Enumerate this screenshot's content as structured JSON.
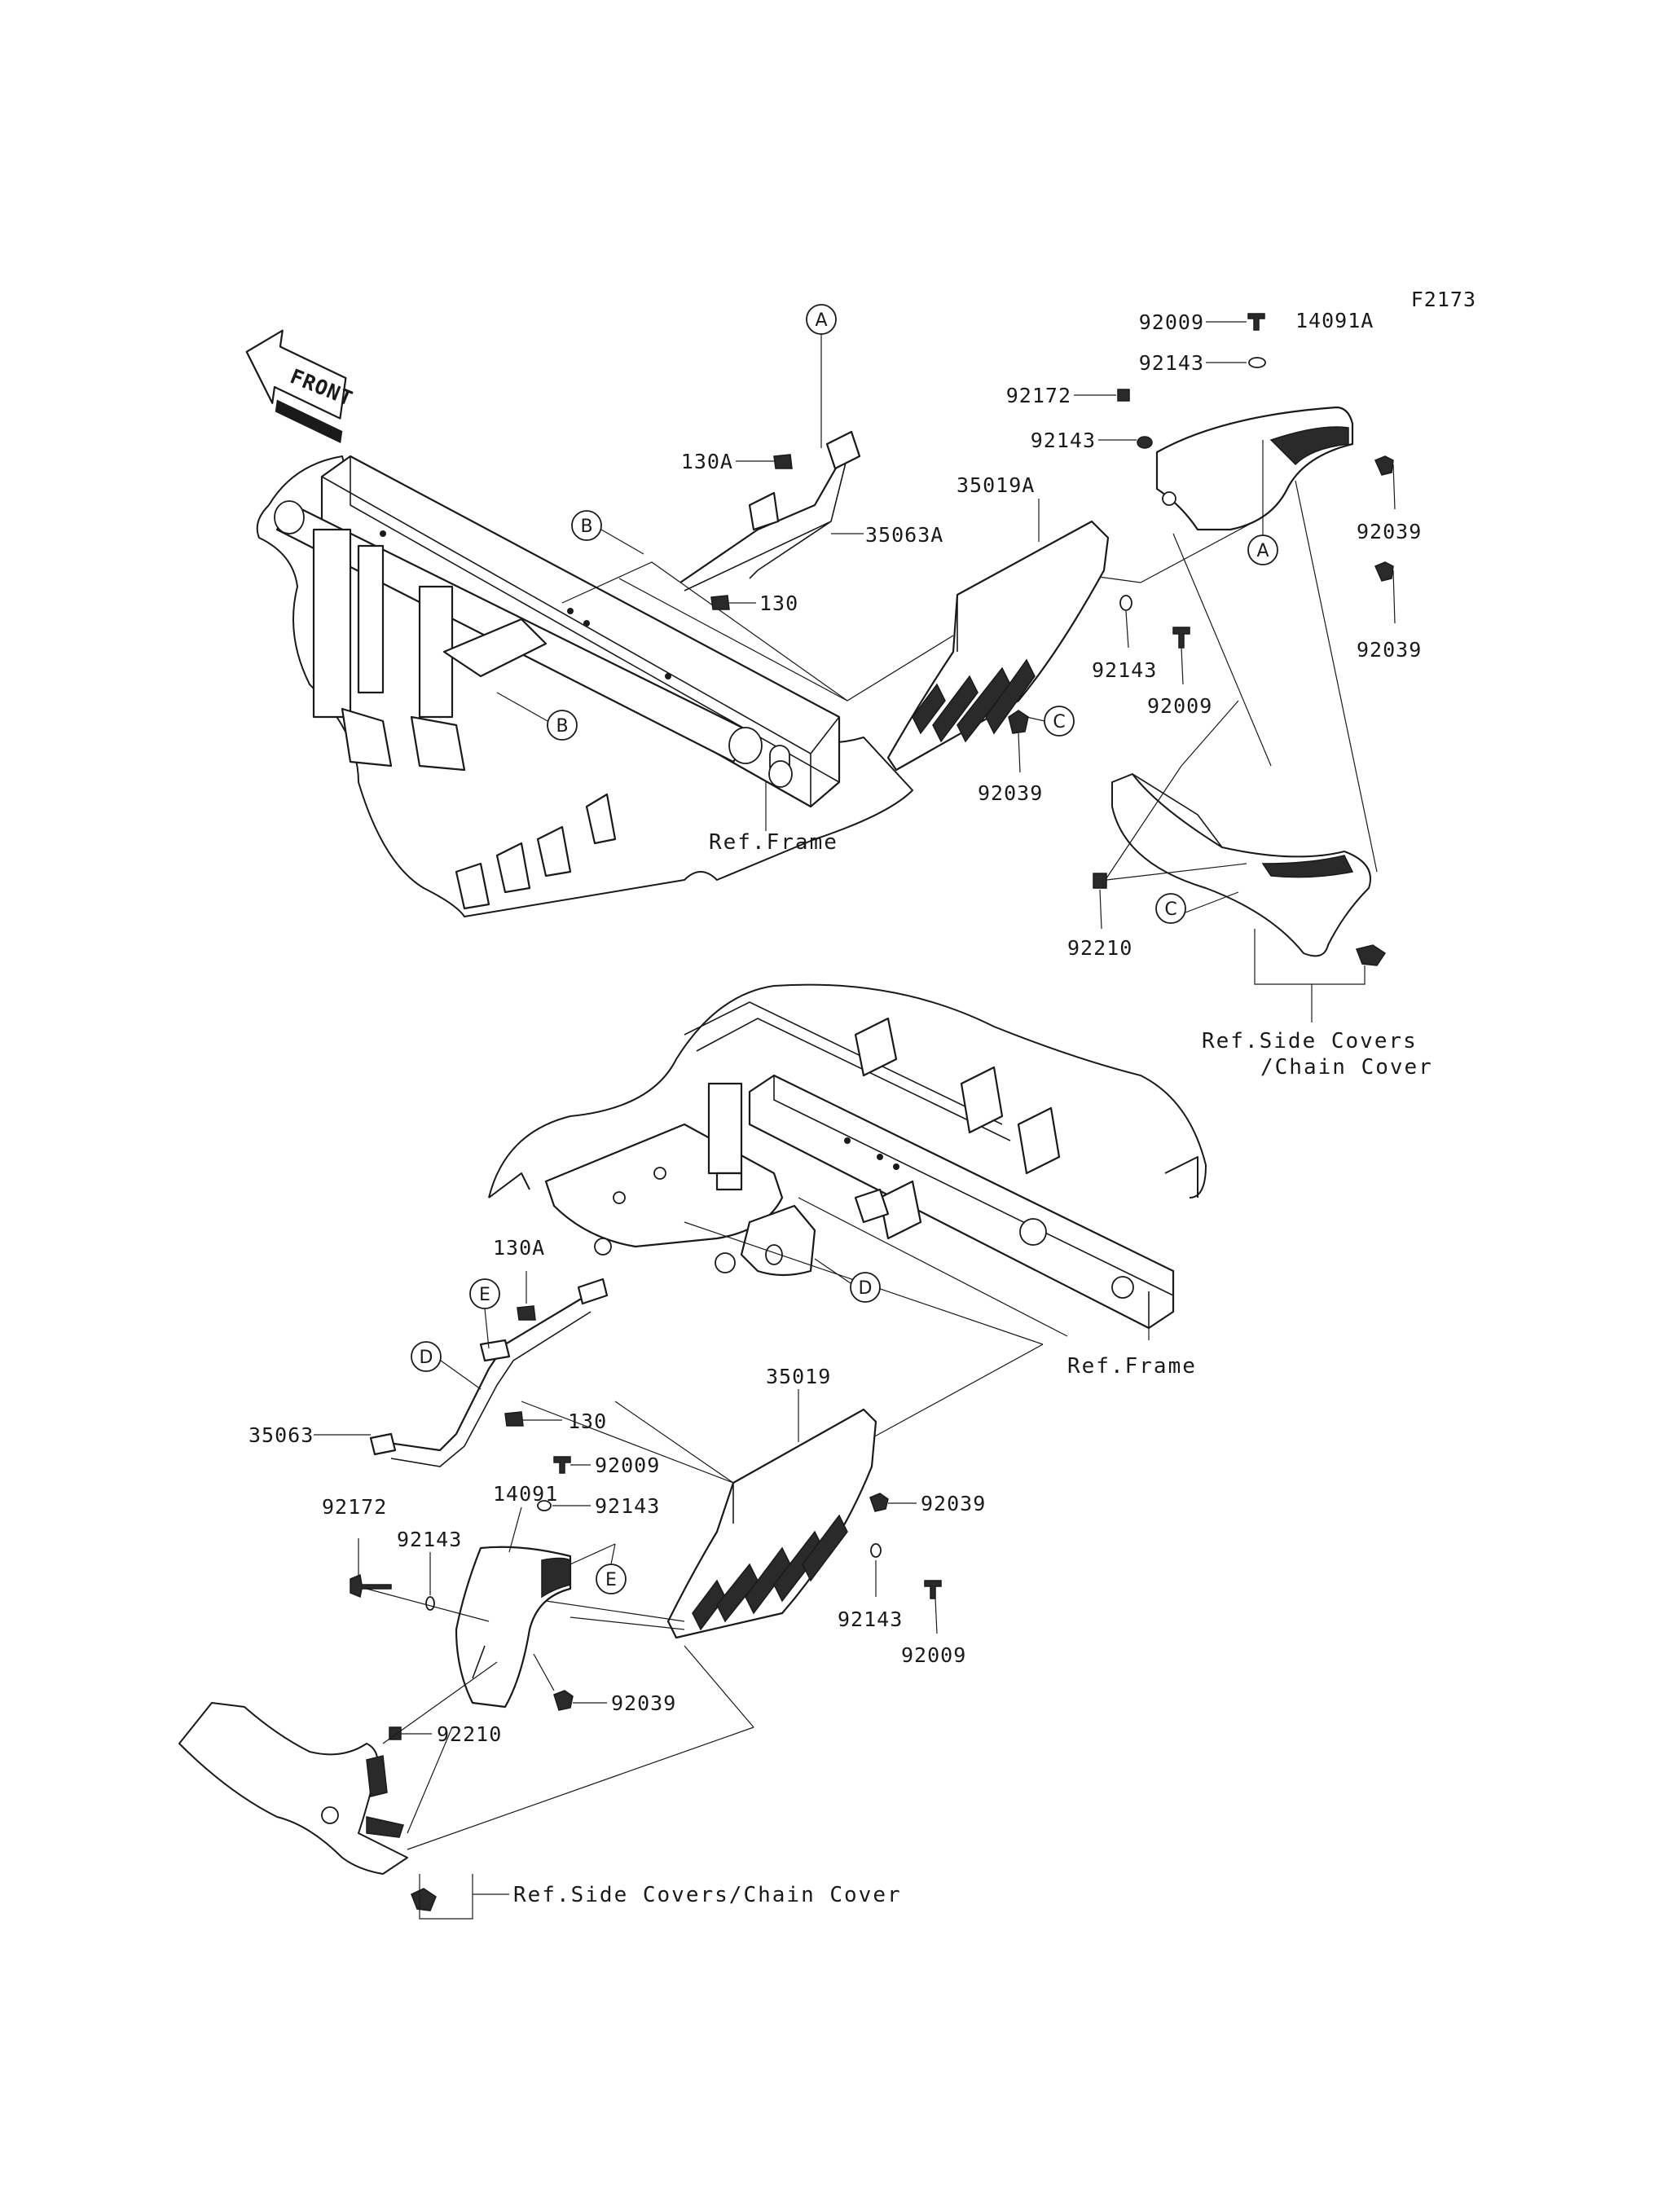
{
  "diagram_code": "F2173",
  "front_arrow_label": "FRONT",
  "colors": {
    "line": "#1a1a1a",
    "background": "#ffffff",
    "shading": "#2a2a2a"
  },
  "callouts": [
    "A",
    "B",
    "C",
    "D",
    "E"
  ],
  "top_assembly": {
    "parts": {
      "p92009_top": "92009",
      "p92143_top": "92143",
      "p14091A": "14091A",
      "p92172": "92172",
      "p92143_mid": "92143",
      "p130A": "130A",
      "p35063A": "35063A",
      "p35019A": "35019A",
      "p130": "130",
      "p92039_r1": "92039",
      "p92039_r2": "92039",
      "p92143_low": "92143",
      "p92009_low": "92009",
      "p92039_c": "92039",
      "p92210": "92210"
    },
    "ref_frame": "Ref.Frame",
    "ref_covers_line1": "Ref.Side Covers",
    "ref_covers_line2": "/Chain Cover"
  },
  "bottom_assembly": {
    "parts": {
      "p130A": "130A",
      "p130": "130",
      "p35063": "35063",
      "p35019": "35019",
      "p92009_a": "92009",
      "p92143_a": "92143",
      "p14091": "14091",
      "p92172": "92172",
      "p92143_b": "92143",
      "p92039_a": "92039",
      "p92039_b": "92039",
      "p92143_c": "92143",
      "p92009_b": "92009",
      "p92210": "92210"
    },
    "ref_frame": "Ref.Frame",
    "ref_covers": "Ref.Side Covers/Chain Cover"
  }
}
